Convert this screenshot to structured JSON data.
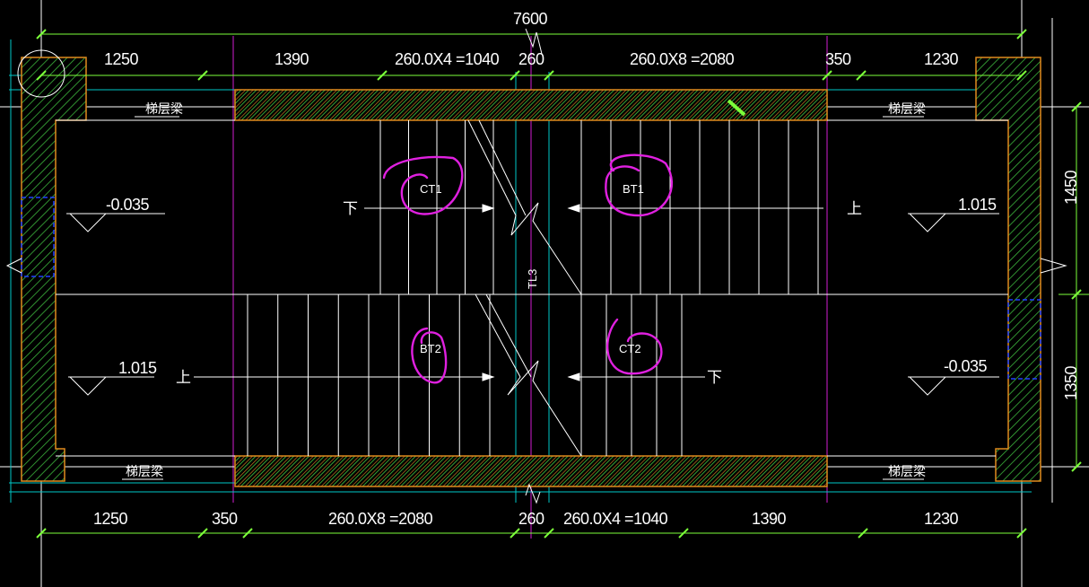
{
  "colors": {
    "background": "#000000",
    "wall_outline": "#e08a1e",
    "wall_hatch": "#3cb43c",
    "dimension": "#7cff3a",
    "axis_magenta": "#d21ed2",
    "axis_cyan": "#00c8c8",
    "stair_line": "#ffffff",
    "window_blue": "#2040ff",
    "markup": "#e020e0"
  },
  "dimensions": {
    "overall_top": "7600",
    "top": [
      "1250",
      "1390",
      "260.0X4 =1040",
      "260",
      "260.0X8 =2080",
      "350",
      "1230"
    ],
    "bottom": [
      "1250",
      "350",
      "260.0X8 =2080",
      "260",
      "260.0X4 =1040",
      "1390",
      "1230"
    ],
    "right": [
      "1450",
      "1350"
    ]
  },
  "beam_labels": {
    "top_left": "梯层梁",
    "top_right": "梯层梁",
    "bottom_left": "梯层梁",
    "bottom_right": "梯层梁"
  },
  "elevations": {
    "upper_left": "-0.035",
    "upper_right": "1.015",
    "lower_left": "1.015",
    "lower_right": "-0.035"
  },
  "flight_tags": {
    "ct1": "CT1",
    "bt1": "BT1",
    "bt2": "BT2",
    "ct2": "CT2"
  },
  "direction_labels": {
    "upper_down": "下",
    "upper_up": "上",
    "lower_up": "上",
    "lower_down": "下"
  },
  "column_tag": "TL3"
}
